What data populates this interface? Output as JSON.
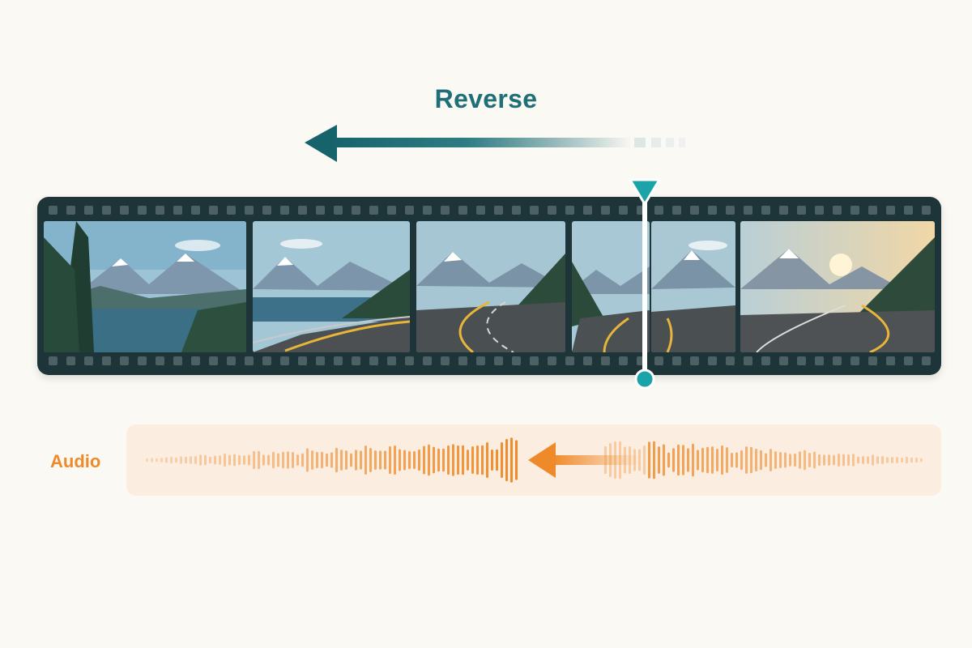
{
  "header": {
    "label": "Reverse",
    "arrow_icon": "arrow-left-icon",
    "accent_color": "#1f6f78"
  },
  "filmstrip": {
    "frame_count": 6,
    "scene": "mountain-road-landscape",
    "background_color": "#1d3439"
  },
  "playhead": {
    "color": "#1aa3a8"
  },
  "audio": {
    "label": "Audio",
    "direction_icon": "arrow-left-icon",
    "accent_color": "#ef8a2a"
  }
}
